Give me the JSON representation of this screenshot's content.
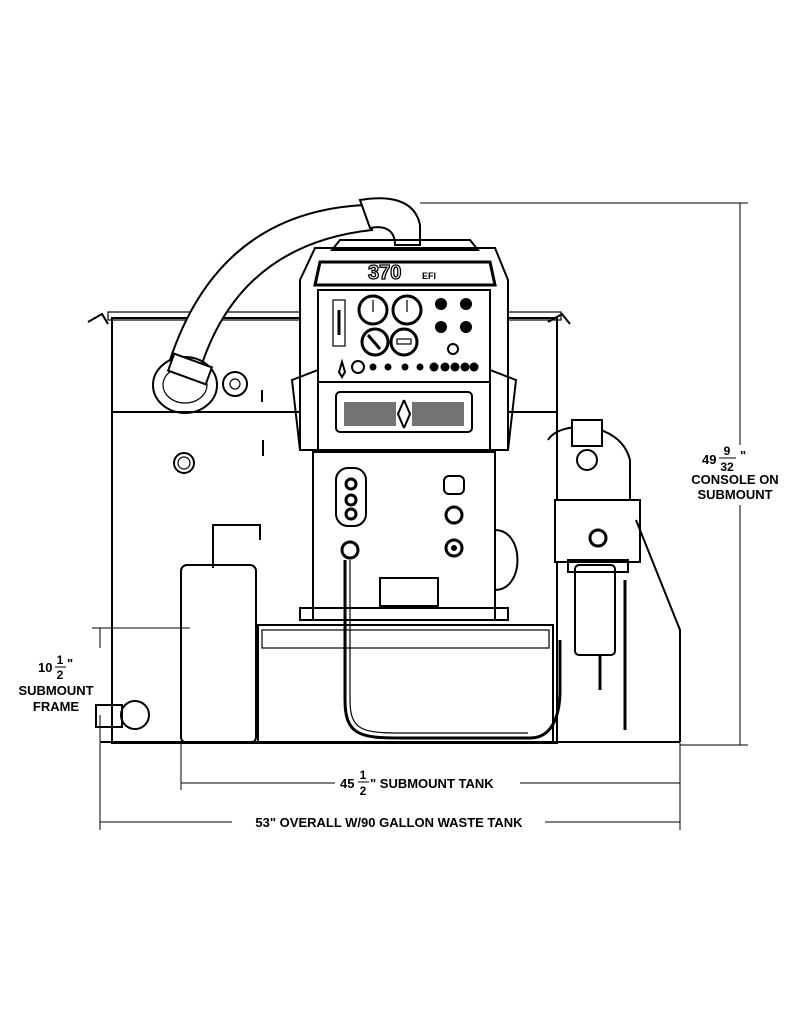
{
  "logo": {
    "model": "370",
    "suffix": "EFI"
  },
  "dimensions": {
    "console_height": {
      "whole": "49",
      "numerator": "9",
      "denominator": "32",
      "unit": "\"",
      "line1": "CONSOLE ON",
      "line2": "SUBMOUNT"
    },
    "submount_frame": {
      "whole": "10",
      "numerator": "1",
      "denominator": "2",
      "unit": "\"",
      "line1": "SUBMOUNT",
      "line2": "FRAME"
    },
    "submount_tank": {
      "whole": "45",
      "numerator": "1",
      "denominator": "2",
      "label": "\" SUBMOUNT TANK"
    },
    "overall": {
      "label": "53\" OVERALL W/90 GALLON WASTE TANK"
    }
  }
}
